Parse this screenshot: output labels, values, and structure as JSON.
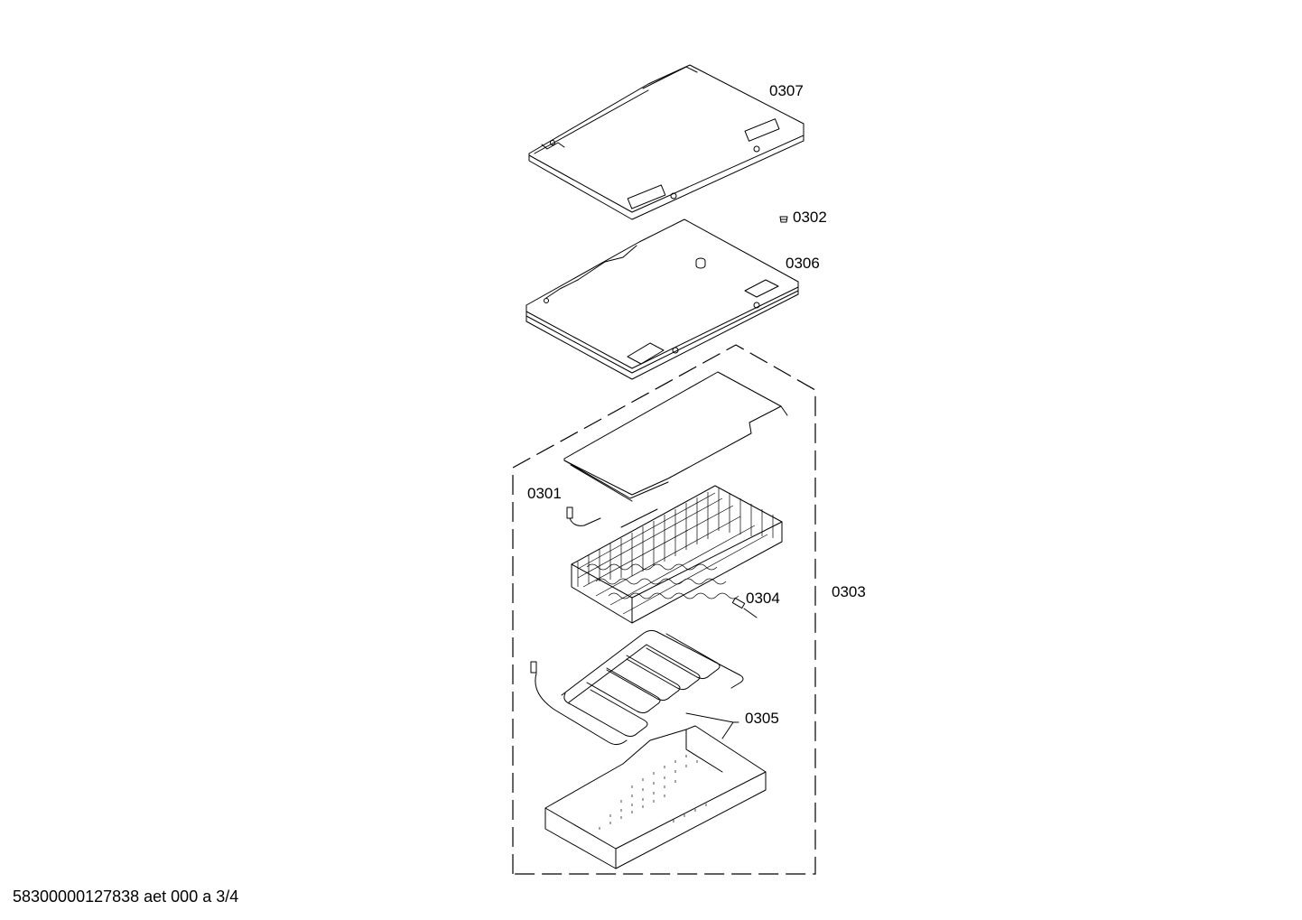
{
  "parts": [
    {
      "id": "0307",
      "label": "0307"
    },
    {
      "id": "0302",
      "label": "0302"
    },
    {
      "id": "0306",
      "label": "0306"
    },
    {
      "id": "0301",
      "label": "0301"
    },
    {
      "id": "0304",
      "label": "0304"
    },
    {
      "id": "0303",
      "label": "0303"
    },
    {
      "id": "0305",
      "label": "0305"
    }
  ],
  "footer": {
    "text": "58300000127838 aet 000 a 3/4"
  }
}
